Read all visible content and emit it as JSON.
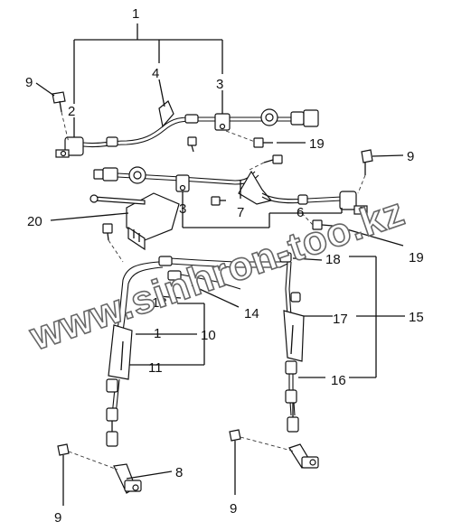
{
  "diagram": {
    "labels": {
      "l1_top": "1",
      "l4": "4",
      "l3_top": "3",
      "l9_a": "9",
      "l2": "2",
      "l19_a": "19",
      "l9_b": "9",
      "l20": "20",
      "l3_mid": "3",
      "l7": "7",
      "l6": "6",
      "l19_b": "19",
      "l18": "18",
      "l14": "14",
      "l13": "13",
      "l17": "17",
      "l15": "15",
      "l1_mid": "1",
      "l10": "10",
      "l11": "11",
      "l16": "16",
      "l8": "8",
      "l9_c": "9",
      "l9_d": "9"
    },
    "watermark": "www.sinhron-too.kz"
  }
}
